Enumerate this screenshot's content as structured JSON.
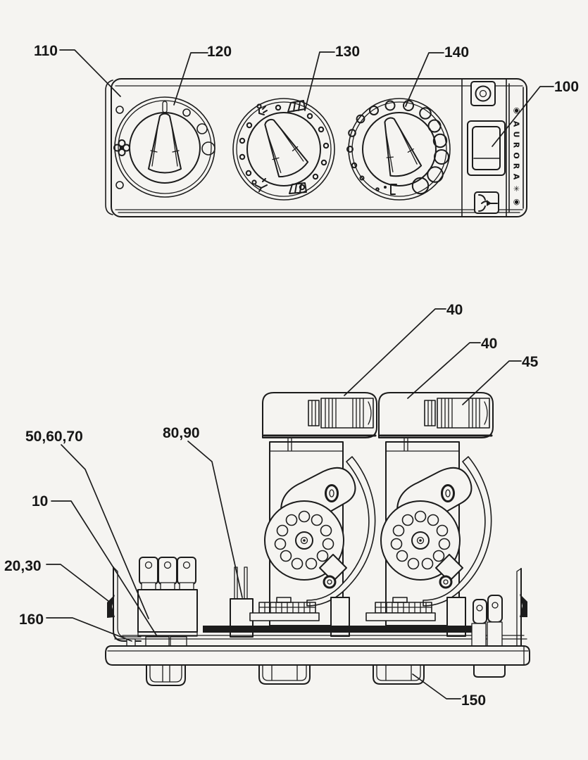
{
  "colors": {
    "paper": "#f5f4f1",
    "ink": "#1c1c1c"
  },
  "top_view": {
    "ref_labels": [
      {
        "text": "110"
      },
      {
        "text": "120"
      },
      {
        "text": "130"
      },
      {
        "text": "140"
      },
      {
        "text": "100"
      }
    ],
    "side_glyphs": [
      "◉",
      "A",
      "U",
      "R",
      "O",
      "R",
      "A",
      "✳",
      "◉"
    ],
    "icons": [
      "fan-icon",
      "face-vent-icon",
      "windshield-defrost-icon",
      "foot-vent-icon",
      "temperature-scale-dots-icon",
      "cold-icon",
      "clock-button-icon",
      "recirculation-button-icon"
    ]
  },
  "bottom_view": {
    "ref_labels": [
      {
        "text": "40"
      },
      {
        "text": "40"
      },
      {
        "text": "45"
      },
      {
        "text": "80,90"
      },
      {
        "text": "50,60,70"
      },
      {
        "text": "10"
      },
      {
        "text": "20,30"
      },
      {
        "text": "160"
      },
      {
        "text": "150"
      }
    ]
  }
}
